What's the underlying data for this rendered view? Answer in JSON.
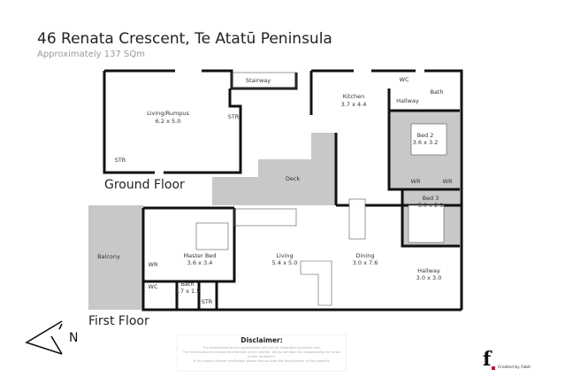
{
  "header": {
    "title": "46 Renata Crescent, Te Atatū Peninsula",
    "subtitle": "Approximately 137 SQm"
  },
  "floors": {
    "ground": "Ground Floor",
    "first": "First Floor"
  },
  "rooms": {
    "living_rumpus": {
      "name": "Living/Rumpus",
      "size": "6.2 x 5.0"
    },
    "stairway": "Stairway",
    "str1": "STR",
    "str2": "STR",
    "str3": "STR",
    "kitchen": {
      "name": "Kitchen",
      "size": "3.7 x 4.4"
    },
    "wc1": "WC",
    "bath1": "Bath",
    "hallway1": "Hallway",
    "bed2": {
      "name": "Bed 2",
      "size": "3.6 x 3.2"
    },
    "wr1": "WR",
    "wr2": "WR",
    "bed3": {
      "name": "Bed 3",
      "size": "3.0 x 2.9"
    },
    "deck": "Deck",
    "balcony": "Balcony",
    "master": {
      "name": "Master Bed",
      "size": "3.6 x 3.4"
    },
    "wr3": "WR",
    "wc2": "WC",
    "bath2": {
      "name": "Bath",
      "size": "2.7 x 1.5"
    },
    "living": {
      "name": "Living",
      "size": "5.4 x 5.0"
    },
    "dining": {
      "name": "Dining",
      "size": "3.0 x 7.6"
    },
    "hallway2": {
      "name": "Hallway",
      "size": "3.0 x 3.0"
    }
  },
  "compass": {
    "label": "N"
  },
  "disclaimer": {
    "title": "Disclaimer:",
    "lines": [
      "The measurements are approximate and are for illustration purposes only.",
      "The dimensions are measured internally and in metres. We do not take any responsibility for errors and/or omissions.",
      "If you require further verification please discuss with the buyer/owner of the property."
    ]
  },
  "logo": {
    "mark": "f",
    "credit": "Created by Fabit"
  },
  "colors": {
    "wall": "#111111",
    "shade": "#c8c8c8",
    "accent": "#c8102e"
  }
}
